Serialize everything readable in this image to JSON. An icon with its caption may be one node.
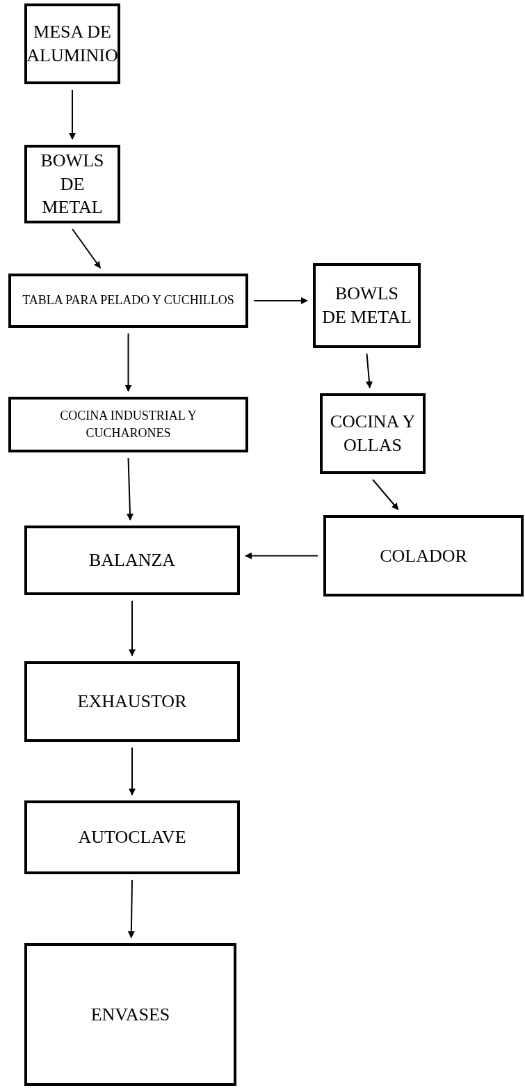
{
  "diagram": {
    "nodes": [
      {
        "text": [
          "MESA DE ALUMINIO"
        ]
      },
      {
        "text": [
          "BOWLS DE METAL"
        ]
      },
      {
        "text": [
          "TABLA PARA PELADO Y CUCHILLOS"
        ]
      },
      {
        "text": [
          "BOWLS DE METAL"
        ]
      },
      {
        "text": [
          "COCINA INDUSTRIAL Y CUCHARONES"
        ]
      },
      {
        "text": [
          "COCINA Y OLLAS"
        ]
      },
      {
        "text": [
          "BALANZA"
        ]
      },
      {
        "text": [
          "COLADOR"
        ]
      },
      {
        "text": [
          "EXHAUSTOR"
        ]
      },
      {
        "text": [
          "AUTOCLAVE"
        ]
      },
      {
        "text": [
          "ENVASES"
        ]
      }
    ],
    "edges": [
      {
        "from": 0,
        "to": 1,
        "arrow": "to"
      },
      {
        "from": 1,
        "to": 2,
        "arrow": "to"
      },
      {
        "from": 2,
        "to": 3,
        "arrow": "to"
      },
      {
        "from": 2,
        "to": 4,
        "arrow": "to"
      },
      {
        "from": 3,
        "to": 5,
        "arrow": "to"
      },
      {
        "from": 4,
        "to": 6,
        "arrow": "to"
      },
      {
        "from": 5,
        "to": 7,
        "arrow": "to"
      },
      {
        "from": 7,
        "to": 6,
        "arrow": "to"
      },
      {
        "from": 6,
        "to": 8,
        "arrow": "to"
      },
      {
        "from": 8,
        "to": 9,
        "arrow": "to"
      },
      {
        "from": 9,
        "to": 10,
        "arrow": "to"
      }
    ]
  }
}
